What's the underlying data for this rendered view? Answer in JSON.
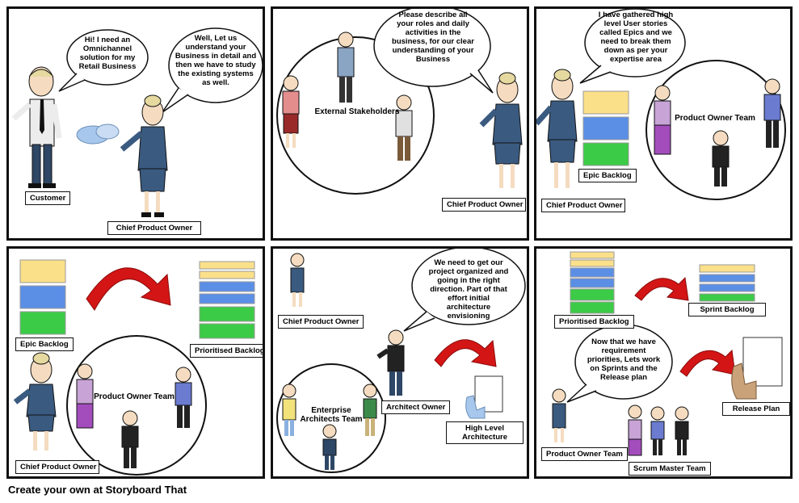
{
  "panels": [
    {
      "bubbles": [
        "Hi! I need an Omnichannel solution for my Retail Business",
        "Well, Let us understand your Business in detail and then we have to study the existing systems as well."
      ],
      "labels": [
        "Customer",
        "Chief Product Owner"
      ]
    },
    {
      "bubbles": [
        "Please describe all your roles and daily activities in the business, for our clear understanding of your Business"
      ],
      "circle": "External Stakeholders",
      "labels": [
        "Chief Product Owner"
      ]
    },
    {
      "bubbles": [
        "I have gathered high level User stories called Epics and we need to break them down as per your expertise area"
      ],
      "circle": "Product Owner Team",
      "labels": [
        "Epic Backlog",
        "Chief Product Owner"
      ]
    },
    {
      "circle": "Product Owner Team",
      "labels": [
        "Epic Backlog",
        "Prioritised Backlog",
        "Chief Product Owner"
      ]
    },
    {
      "bubbles": [
        "We need to get our project organized and going in the right direction. Part of that effort initial architecture envisioning"
      ],
      "circle": "Enterprise Architects Team",
      "labels": [
        "Chief Product Owner",
        "Architect Owner",
        "High Level Architecture"
      ]
    },
    {
      "bubbles": [
        "Now that we have requirement priorities, Lets work on Sprints and the Release plan"
      ],
      "labels": [
        "Prioritised Backlog",
        "Sprint Backlog",
        "Release Plan",
        "Product Owner Team",
        "Scrum Master Team"
      ]
    }
  ],
  "footer": "Create your own at Storyboard That",
  "colors": {
    "yellow": "#fbe08a",
    "blue": "#5b8fe6",
    "green": "#3ccb47",
    "arrow": "#d41515",
    "suit": "#3a5a80",
    "border": "#111111"
  },
  "icons": [
    "handshake-icon",
    "curved-arrow-icon",
    "paper-sheet-icon",
    "hand-holding-paper-icon"
  ]
}
